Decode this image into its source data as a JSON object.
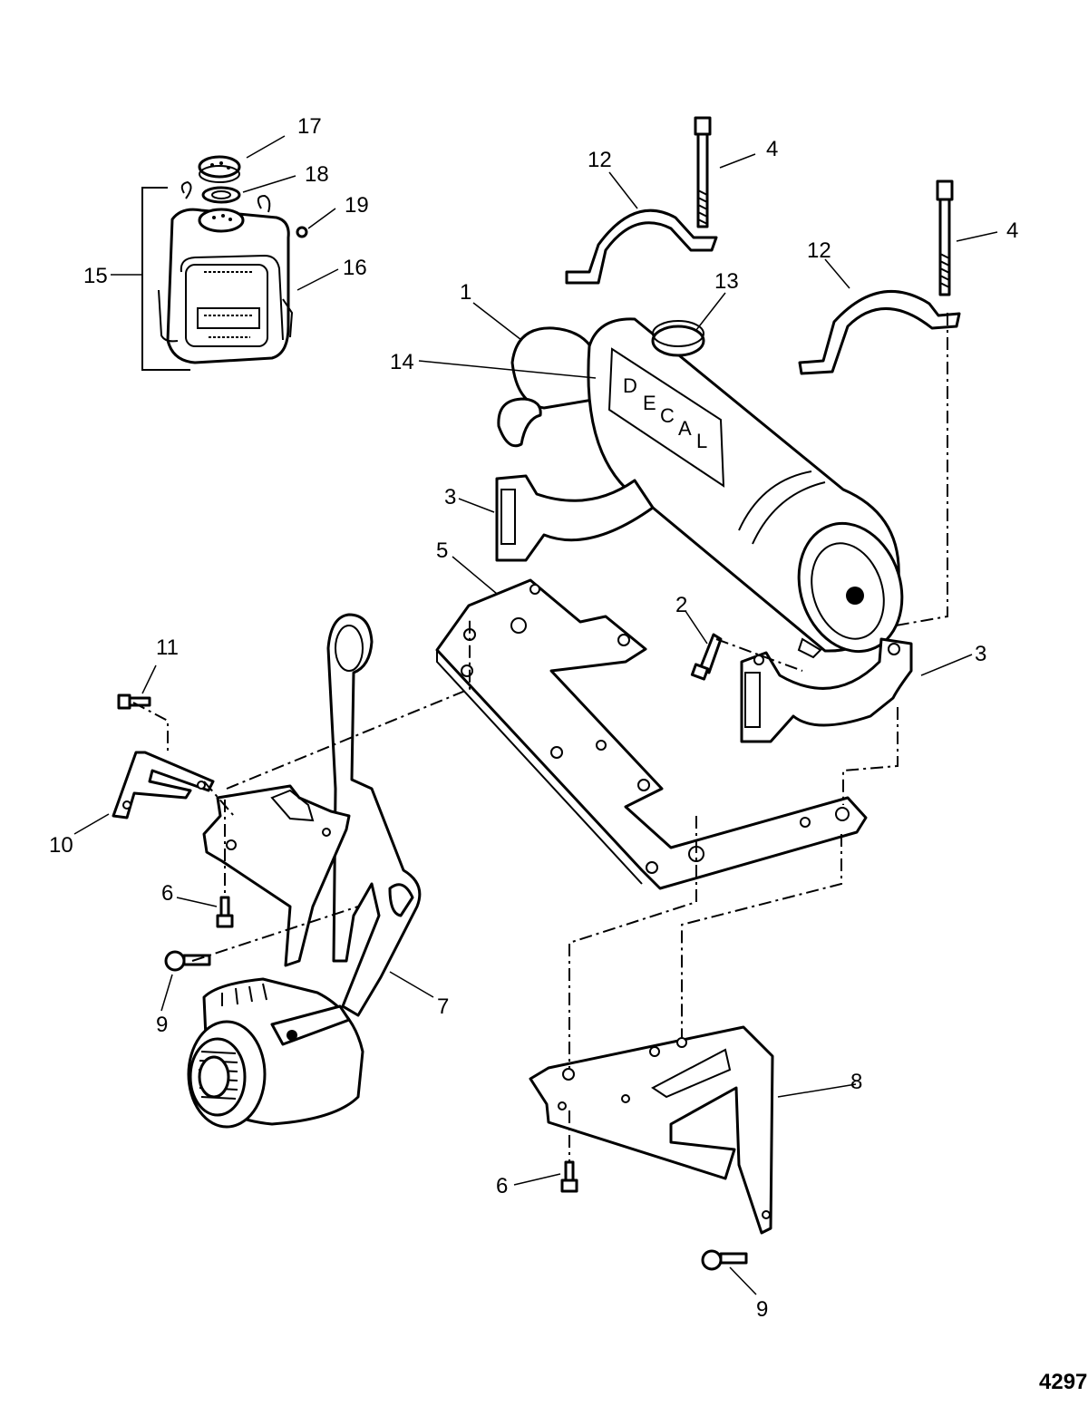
{
  "figure_id": "4297",
  "decal_letters": [
    "D",
    "E",
    "C",
    "A",
    "L"
  ],
  "callouts": [
    {
      "label": "17"
    },
    {
      "label": "18"
    },
    {
      "label": "19"
    },
    {
      "label": "15"
    },
    {
      "label": "16"
    },
    {
      "label": "12"
    },
    {
      "label": "4"
    },
    {
      "label": "4"
    },
    {
      "label": "12"
    },
    {
      "label": "1"
    },
    {
      "label": "13"
    },
    {
      "label": "14"
    },
    {
      "label": "3"
    },
    {
      "label": "5"
    },
    {
      "label": "2"
    },
    {
      "label": "3"
    },
    {
      "label": "11"
    },
    {
      "label": "10"
    },
    {
      "label": "6"
    },
    {
      "label": "9"
    },
    {
      "label": "7"
    },
    {
      "label": "8"
    },
    {
      "label": "6"
    },
    {
      "label": "9"
    }
  ]
}
